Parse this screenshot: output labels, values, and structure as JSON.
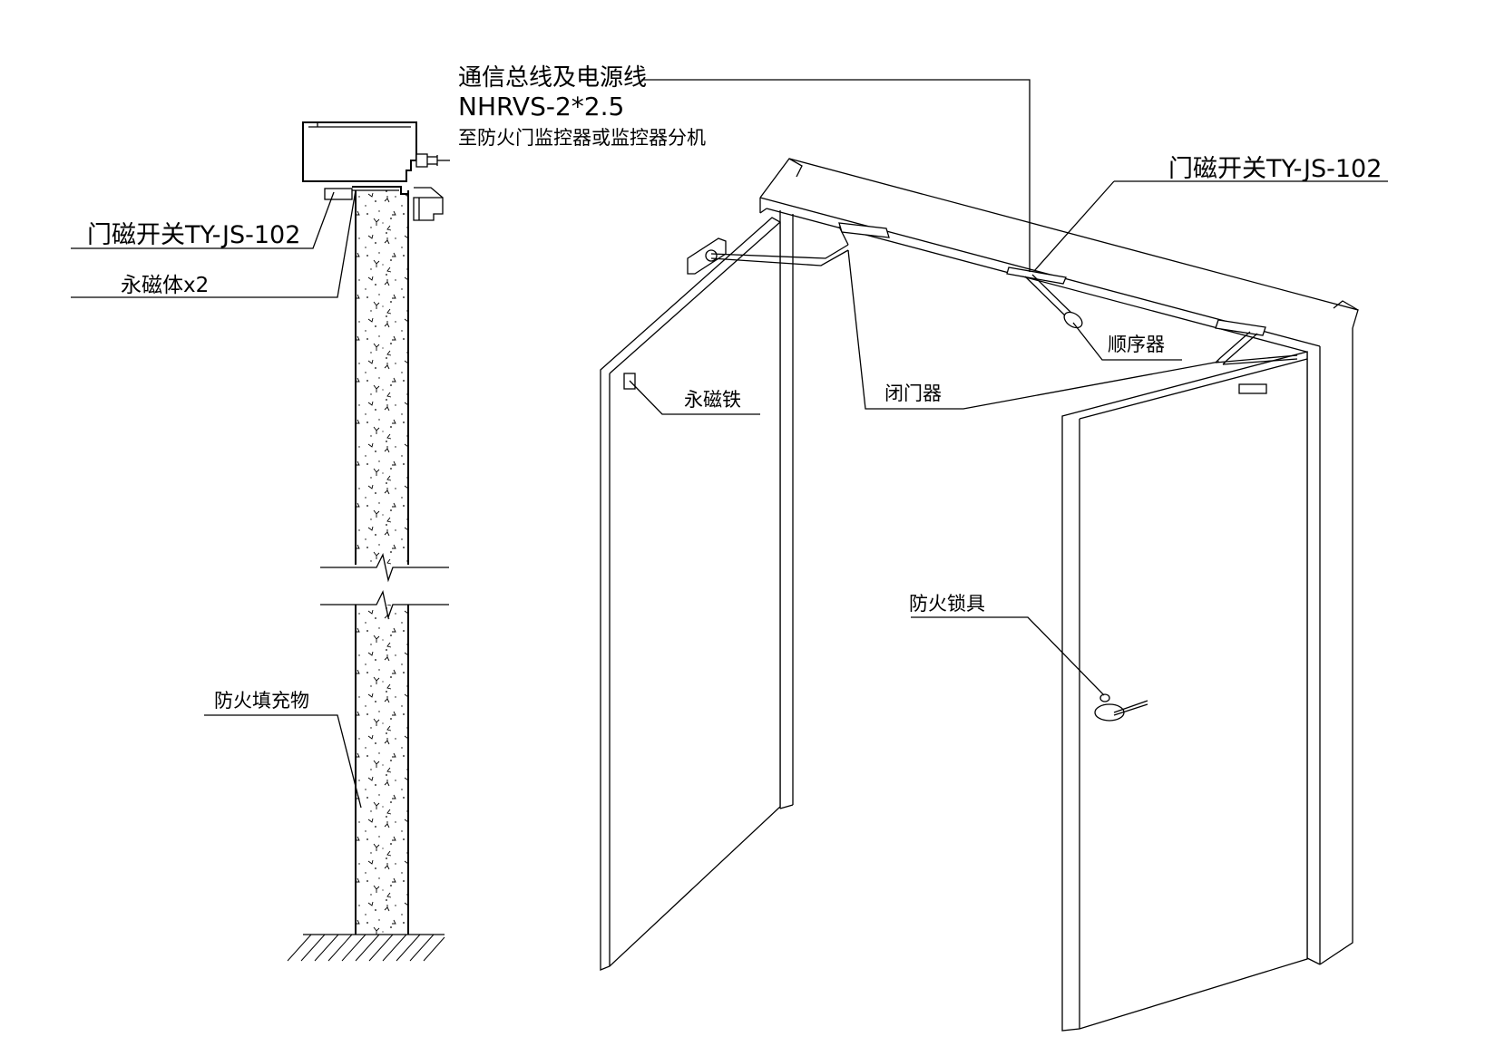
{
  "labels": {
    "cable_title": "通信总线及电源线",
    "cable_model": "NHRVS-2*2.5",
    "cable_dest": "至防火门监控器或监控器分机",
    "switch_left": "门磁开关TY-JS-102",
    "magnet_left": "永磁体x2",
    "fill_material": "防火填充物",
    "switch_right": "门磁开关TY-JS-102",
    "sequencer": "顺序器",
    "magnet_iron": "永磁铁",
    "door_closer": "闭门器",
    "fire_lock": "防火锁具"
  }
}
